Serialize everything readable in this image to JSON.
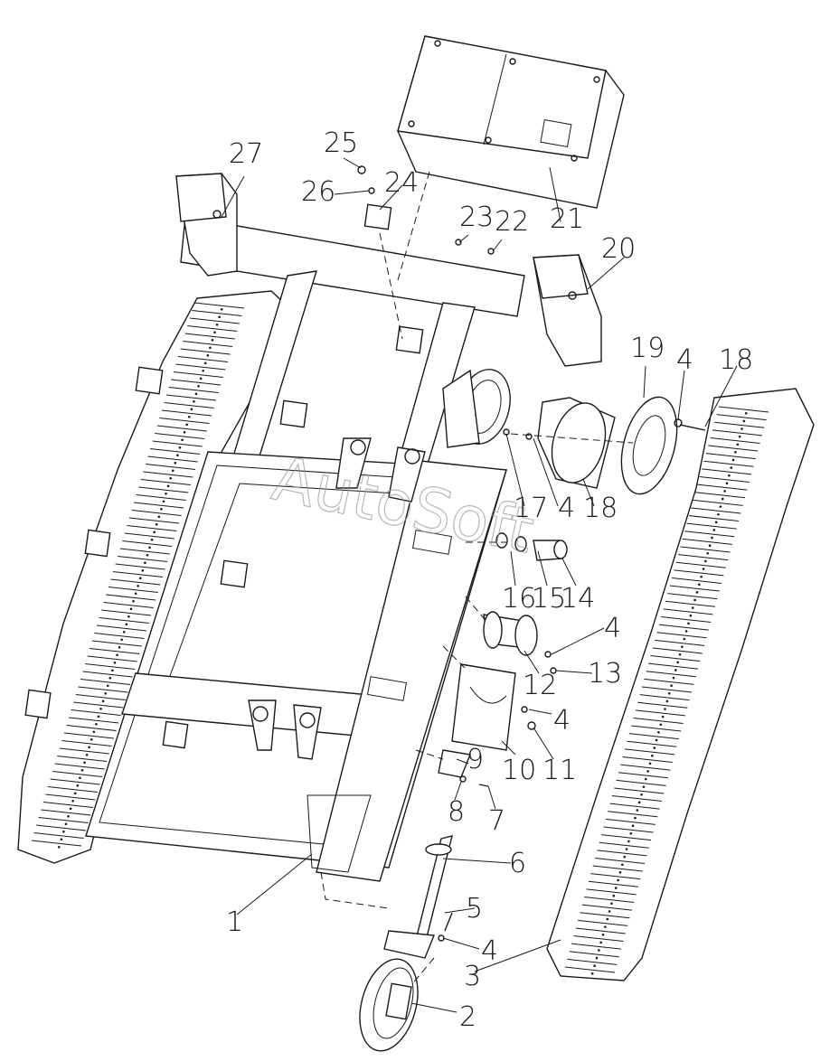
{
  "watermark": "AutoSoft",
  "callouts": [
    {
      "id": "c1",
      "text": "1"
    },
    {
      "id": "c2",
      "text": "2"
    },
    {
      "id": "c3",
      "text": "3"
    },
    {
      "id": "c4a",
      "text": "4"
    },
    {
      "id": "c4b",
      "text": "4"
    },
    {
      "id": "c4c",
      "text": "4"
    },
    {
      "id": "c4d",
      "text": "4"
    },
    {
      "id": "c4e",
      "text": "4"
    },
    {
      "id": "c5",
      "text": "5"
    },
    {
      "id": "c6",
      "text": "6"
    },
    {
      "id": "c7",
      "text": "7"
    },
    {
      "id": "c8",
      "text": "8"
    },
    {
      "id": "c9",
      "text": "9"
    },
    {
      "id": "c10",
      "text": "10"
    },
    {
      "id": "c11",
      "text": "11"
    },
    {
      "id": "c12",
      "text": "12"
    },
    {
      "id": "c13",
      "text": "13"
    },
    {
      "id": "c14",
      "text": "14"
    },
    {
      "id": "c15",
      "text": "15"
    },
    {
      "id": "c16",
      "text": "16"
    },
    {
      "id": "c17",
      "text": "17"
    },
    {
      "id": "c18a",
      "text": "18"
    },
    {
      "id": "c18b",
      "text": "18"
    },
    {
      "id": "c19",
      "text": "19"
    },
    {
      "id": "c20",
      "text": "20"
    },
    {
      "id": "c21",
      "text": "21"
    },
    {
      "id": "c22",
      "text": "22"
    },
    {
      "id": "c23",
      "text": "23"
    },
    {
      "id": "c24",
      "text": "24"
    },
    {
      "id": "c25",
      "text": "25"
    },
    {
      "id": "c26",
      "text": "26"
    },
    {
      "id": "c27",
      "text": "27"
    }
  ]
}
